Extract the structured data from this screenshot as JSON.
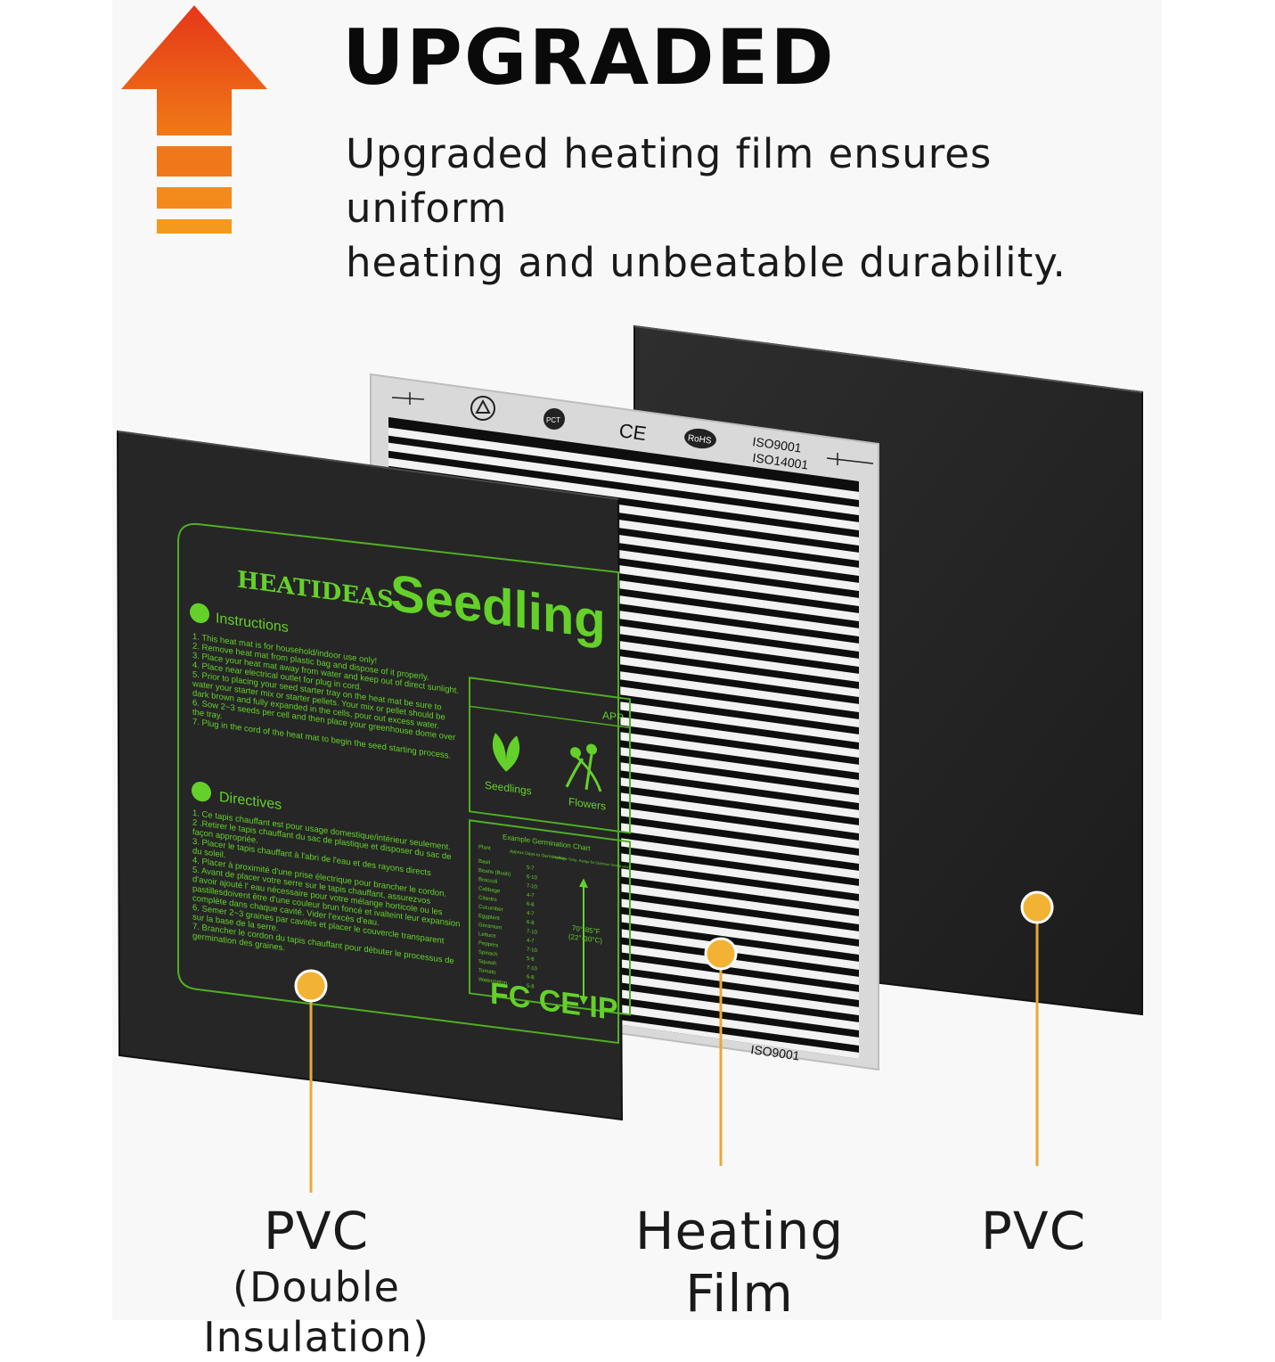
{
  "header": {
    "title": "UPGRADED",
    "subtitle_line1": "Upgraded heating film ensures uniform",
    "subtitle_line2": "heating and unbeatable durability."
  },
  "colors": {
    "accent_orange": "#ef6a17",
    "callout_gold": "#f2b233",
    "callout_line": "#e8a93a",
    "mat_green": "#64d12a",
    "mat_black": "#262626"
  },
  "mat": {
    "brand": "HEATIDEAS",
    "product": "Seedling",
    "instructions_heading": "Instructions",
    "instructions": [
      "1. This heat mat is for household/indoor use only!",
      "2. Remove heat mat from plastic bag and dispose of it properly.",
      "3. Place your heat mat away from water and keep out of direct sunlight.",
      "4. Place near electrical outlet for plug in cord.",
      "5. Prior to placing your seed starter tray on the heat mat be sure to",
      "water your starter mix or starter pellets. Your mix or pellet should be",
      "dark brown and fully expanded in the cells, pour out excess water.",
      "6. Sow 2~3 seeds per cell and then place your greenhouse dome over",
      "the tray.",
      "7. Plug in the cord of the heat mat to begin the seed starting process."
    ],
    "directives_heading": "Directives",
    "directives": [
      "1. Ce tapis chauffant est pour usage domestique/intérieur seulement.",
      "2 .Retirer le tapis chauffant du sac de plastique et disposer du sac de",
      "façon appropriée.",
      "3. Placer le tapis chauffant à l'abri de l'eau et des rayons directs",
      "du soleil.",
      "4. Placer à proximité d'une prise électrique pour brancher le cordon.",
      "5. Avant de placer votre serre sur le tapis chauffant, assurezvos",
      "d'avoir ajouté l' eau nécessaire pour votre mélange horticole ou les",
      "pastillesdoivent être d'une couleur brun foncé et ivalteint leur expansion",
      "complète dans chaque cavité. Vider l'excès d'eau.",
      "6. Semer 2~3 graines par cavités et placer le couvercle transparent",
      "sur la base de la serre.",
      "7. Brancher le cordon du tapis chauffant pour débuter le processus de",
      "germination des graines."
    ],
    "app_fragment": "APP",
    "seedlings_label": "Seedlings",
    "flowers_label": "Flowers",
    "chart_title": "Example Germination Chart",
    "chart_col_plant": "Plant",
    "chart_col_days": "Approx Days to Germination",
    "chart_col_temp": "Average Temp. Range for Optimum Germination",
    "chart_plants": [
      "Basil",
      "Beans (Bush)",
      "Broccoli",
      "Cabbage",
      "Cilantro",
      "Cucumber",
      "Eggplant",
      "Geranium",
      "Lettuce",
      "Peppers",
      "Spinach",
      "Squash",
      "Tomato",
      "Watermelon"
    ],
    "chart_days": [
      "5-7",
      "6-10",
      "7-10",
      "4-7",
      "6-8",
      "4-7",
      "6-8",
      "7-10",
      "4-7",
      "7-10",
      "5-8",
      "7-10",
      "6-8",
      "5-8"
    ],
    "chart_temp_f": "70°-85°F",
    "chart_temp_c": "(22°-30°C)",
    "cert_marks": "FC  CE  IP"
  },
  "film": {
    "iso_top_1": "ISO9001",
    "iso_top_2": "ISO14001",
    "iso_bottom": "ISO9001",
    "rohs": "RoHS",
    "ce": "CE",
    "pct": "PCT"
  },
  "labels": {
    "left_title": "PVC",
    "left_subtitle": "(Double Insulation)",
    "middle_line1": "Heating",
    "middle_line2": "Film",
    "right_title": "PVC"
  }
}
